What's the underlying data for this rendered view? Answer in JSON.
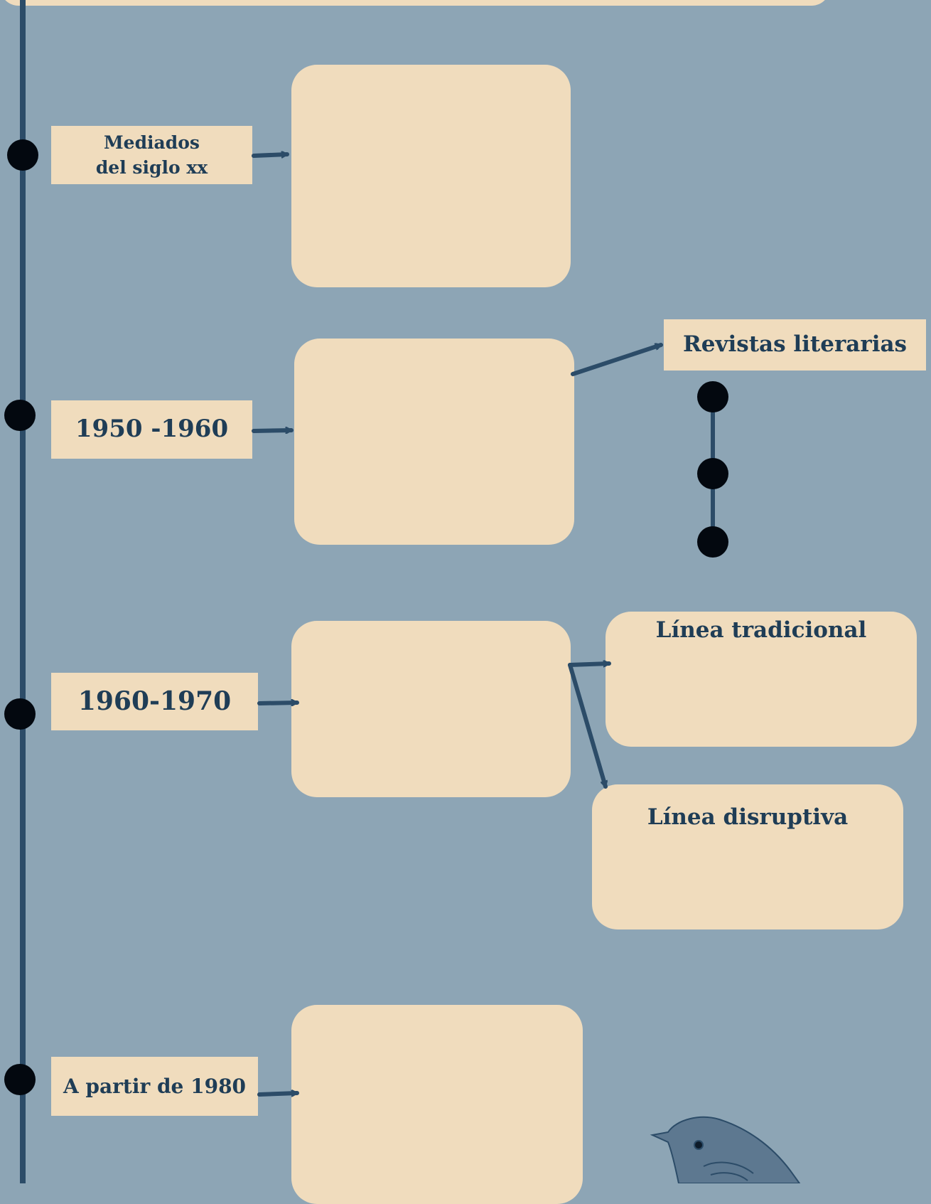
{
  "timeline": [
    {
      "label": "Mediados\ndel siglo xx"
    },
    {
      "label": "1950 -1960"
    },
    {
      "label": "1960-1970"
    },
    {
      "label": "A partir de 1980"
    }
  ],
  "branches": {
    "revistas": "Revistas literarias",
    "tradicional": "Línea tradicional",
    "disruptiva": "Línea disruptiva"
  },
  "decoration": {
    "illustration": "bird-illustration"
  },
  "colors": {
    "background": "#8da5b5",
    "card": "#f0dcbd",
    "line": "#2c4c68",
    "dot": "#03080f",
    "text": "#1f3d56"
  }
}
